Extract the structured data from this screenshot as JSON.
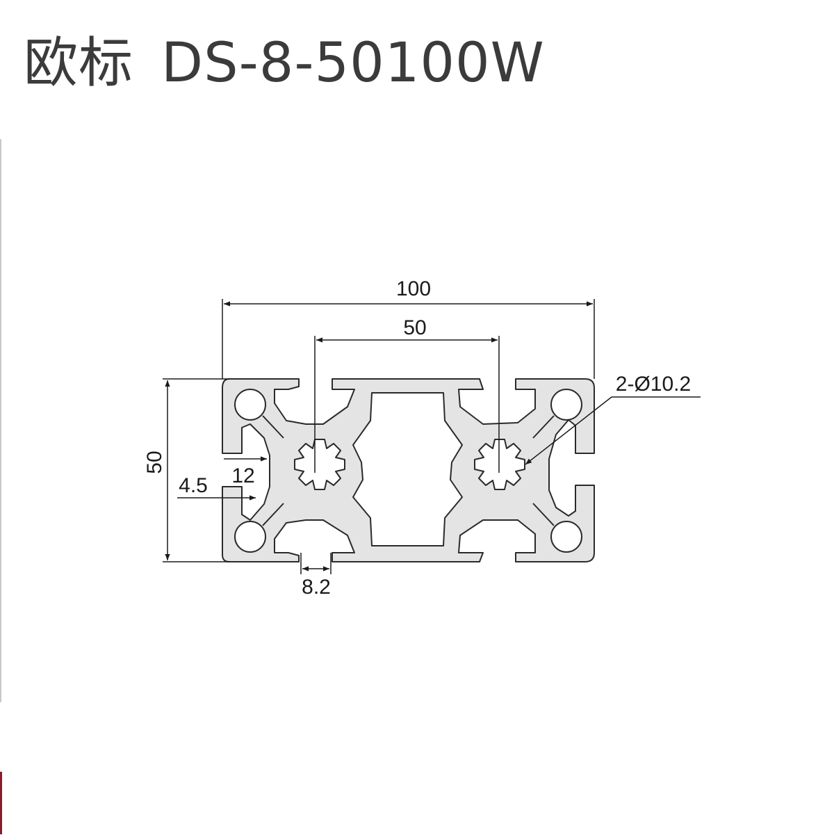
{
  "title": {
    "standard": "欧标",
    "model": "DS-8-50100W"
  },
  "dimensions": {
    "overall_width": "100",
    "center_spacing": "50",
    "height": "50",
    "hole_spec": "2-Ø10.2",
    "slot_depth": "12",
    "wall_thickness": "4.5",
    "slot_width": "8.2"
  },
  "colors": {
    "profile_fill": "#e4e4e4",
    "profile_stroke": "#2a2a2a",
    "dimension_line": "#1a1a1a",
    "title_text": "#3b3b3b"
  }
}
